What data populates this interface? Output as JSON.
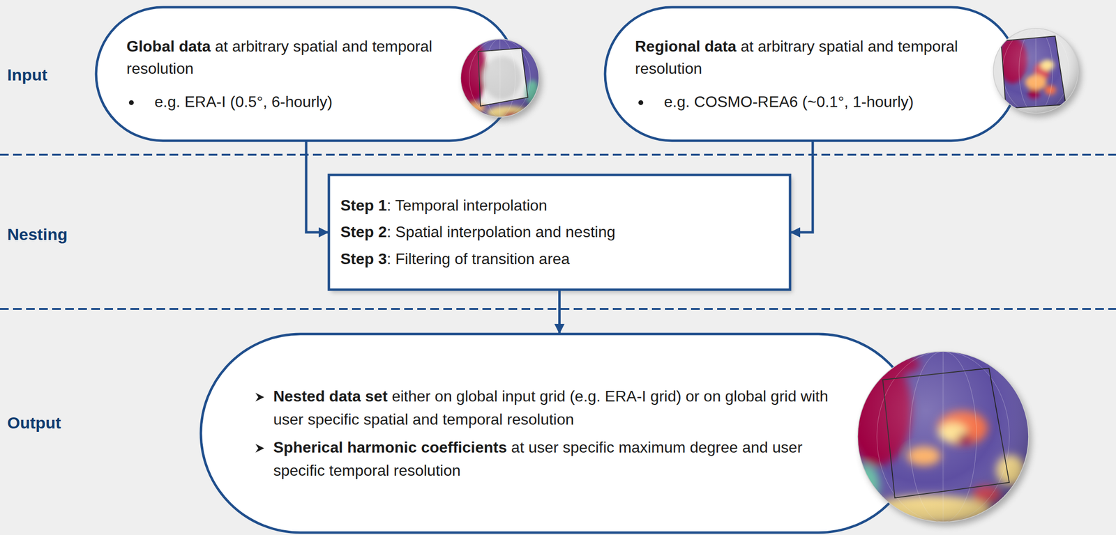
{
  "diagram": {
    "nodes": [
      {
        "text": [
          "Global data at arbitrary spatial and temporal resolution",
          "e.g. ERA-I (0.5°, 6-hourly)"
        ]
      },
      {
        "text": [
          "Regional data at arbitrary spatial and temporal resolution",
          "e.g. COSMO-REA6 (~0.1°, 1-hourly)"
        ]
      },
      {
        "text": [
          "Step 1: Temporal interpolation",
          "Step 2: Spatial interpolation and nesting",
          "Step 3: Filtering of transition area"
        ]
      },
      {
        "text": [
          "Nested data set either on global input grid (e.g. ERA-I grid) or on global grid with user specific spatial and temporal resolution",
          "Spherical harmonic coefficients at user specific maximum degree and user specific temporal resolution"
        ]
      }
    ],
    "edges": [
      {
        "from": 0,
        "to": 2,
        "arrow": "to"
      },
      {
        "from": 1,
        "to": 2,
        "arrow": "to"
      },
      {
        "from": 2,
        "to": 3,
        "arrow": "to"
      }
    ],
    "labels": [
      "Input",
      "Nesting",
      "Output"
    ]
  }
}
